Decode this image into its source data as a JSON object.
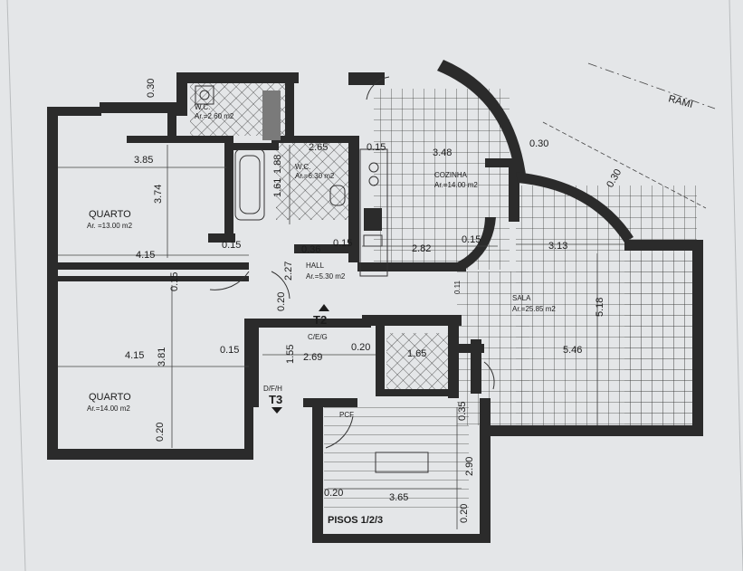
{
  "rooms": {
    "quarto_top": {
      "name": "QUARTO",
      "area": "Ar. =13.00 m2"
    },
    "quarto_bottom": {
      "name": "QUARTO",
      "area": "Ar.=14.00 m2"
    },
    "wc_top": {
      "name": "W.C.",
      "area": "Ar.=2.60 m2"
    },
    "wc_mid": {
      "name": "W.C.",
      "area": "Ar.=6.30 m2"
    },
    "cozinha": {
      "name": "COZINHA",
      "area": "Ar.=14.00 m2"
    },
    "hall": {
      "name": "HALL",
      "area": "Ar.=5.30 m2"
    },
    "sala": {
      "name": "SALA",
      "area": "Ar.=25.85 m2"
    }
  },
  "markers": {
    "t2": {
      "code": "T2",
      "sub": "C/E/G"
    },
    "t3": {
      "code": "T3",
      "sub": "D/F/H"
    },
    "pcf": "PCF",
    "floors": "PISOS 1/2/3",
    "rami": "RAMI"
  },
  "dimensions": {
    "d030_top": "0.30",
    "d385": "3.85",
    "d374": "3.74",
    "d265": "2.65",
    "d015_wc": "0.15",
    "d348": "3.48",
    "d030_right": "0.30",
    "d030_diag": "0.30",
    "d161": "1.61",
    "d188": "1.88",
    "d015_hall_l": "0.15",
    "d036": "0.36",
    "d015_hall_r": "0.15",
    "d282": "2.82",
    "d015_k": "0.15",
    "d313": "3.13",
    "d415_top": "4.15",
    "d227": "2.27",
    "d015_corr": "0.15",
    "d020_hall": "0.20",
    "d011": "0.11",
    "d518": "5.18",
    "d546": "5.46",
    "d415_bot": "4.15",
    "d381": "3.81",
    "d015_q": "0.15",
    "d020_lift": "0.20",
    "d165": "1.65",
    "d155": "1.55",
    "d269": "2.69",
    "d020_q": "0.20",
    "d035": "0.35",
    "d290": "2.90",
    "d020_st": "0.20",
    "d365": "3.65",
    "d020_st_r": "0.20"
  },
  "colors": {
    "wall": "#2b2b2b",
    "paper": "#e4e6e8",
    "ink": "#1c1c1c"
  }
}
